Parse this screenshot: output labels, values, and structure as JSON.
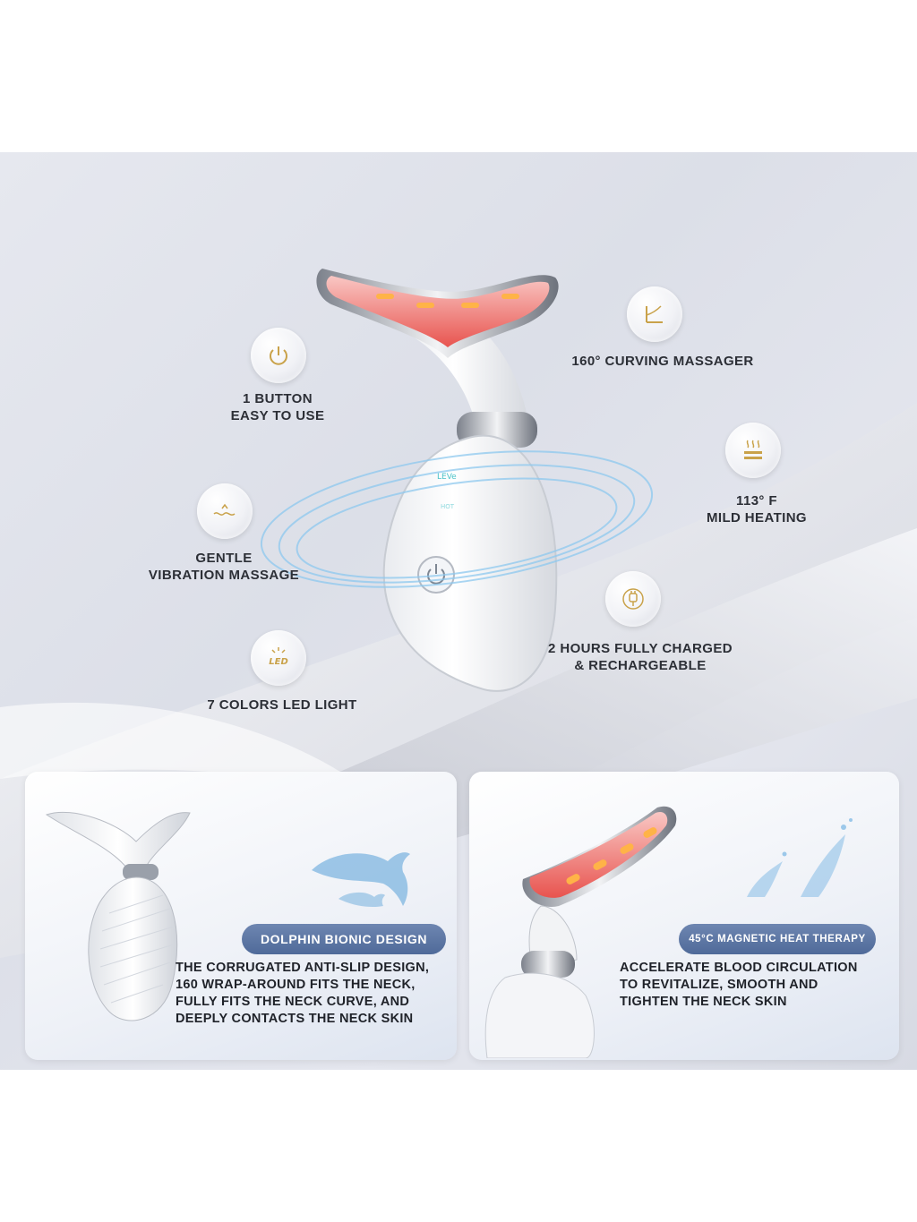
{
  "features": {
    "button": {
      "icon": "power-icon",
      "line1": "1 BUTTON",
      "line2": "EASY TO USE"
    },
    "curving": {
      "icon": "angle-icon",
      "line1": "160°  CURVING MASSAGER"
    },
    "vibration": {
      "icon": "vibration-icon",
      "line1": "GENTLE",
      "line2": "VIBRATION MASSAGE"
    },
    "heating": {
      "icon": "heat-icon",
      "line1": "113°  F",
      "line2": "MILD HEATING"
    },
    "led": {
      "icon": "led-icon",
      "line1": "7 COLORS LED LIGHT",
      "icon_text": "LED"
    },
    "charging": {
      "icon": "plug-icon",
      "line1": "2 HOURS FULLY CHARGED",
      "line2": "& RECHARGEABLE"
    }
  },
  "device_screen": {
    "level": "LEVe",
    "hot": "HOT"
  },
  "card_left": {
    "badge": "DOLPHIN BIONIC DESIGN",
    "lines": [
      "THE CORRUGATED ANTI-SLIP DESIGN,",
      "160  WRAP-AROUND FITS THE NECK,",
      "FULLY FITS THE NECK CURVE, AND",
      "DEEPLY CONTACTS THE NECK SKIN"
    ]
  },
  "card_right": {
    "badge": "45°C MAGNETIC HEAT THERAPY",
    "lines": [
      "ACCELERATE BLOOD CIRCULATION",
      "TO REVITALIZE, SMOOTH AND",
      "TIGHTEN THE NECK SKIN"
    ]
  },
  "colors": {
    "accent_gold": "#c9a24a",
    "badge_blue": "#56709e",
    "led_red": "#f0605a"
  }
}
